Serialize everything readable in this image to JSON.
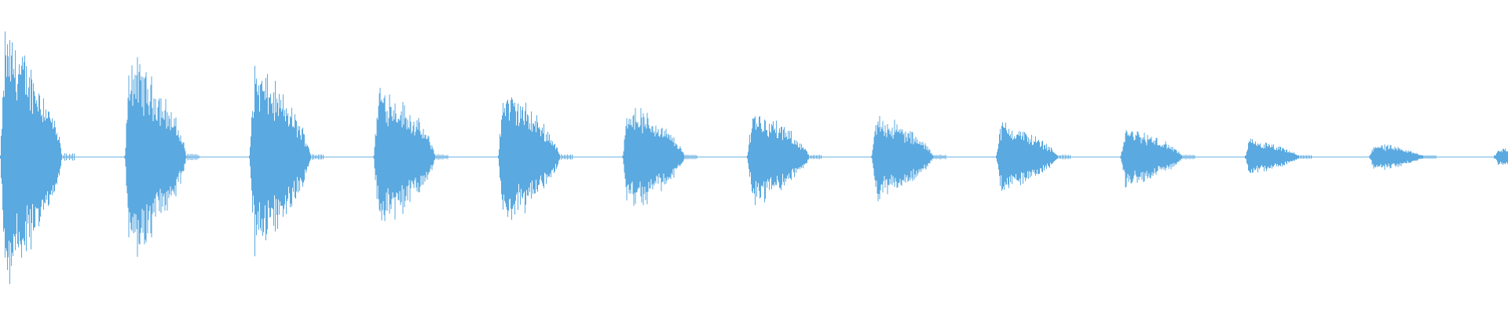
{
  "waveform": {
    "color": "#5aa9e0",
    "background": "#ffffff",
    "center_line_visible": true,
    "burst_count": 13,
    "peak_amplitudes": [
      1.0,
      0.8,
      0.72,
      0.58,
      0.54,
      0.43,
      0.38,
      0.34,
      0.28,
      0.24,
      0.14,
      0.11,
      0.07
    ],
    "trend": "decaying"
  }
}
